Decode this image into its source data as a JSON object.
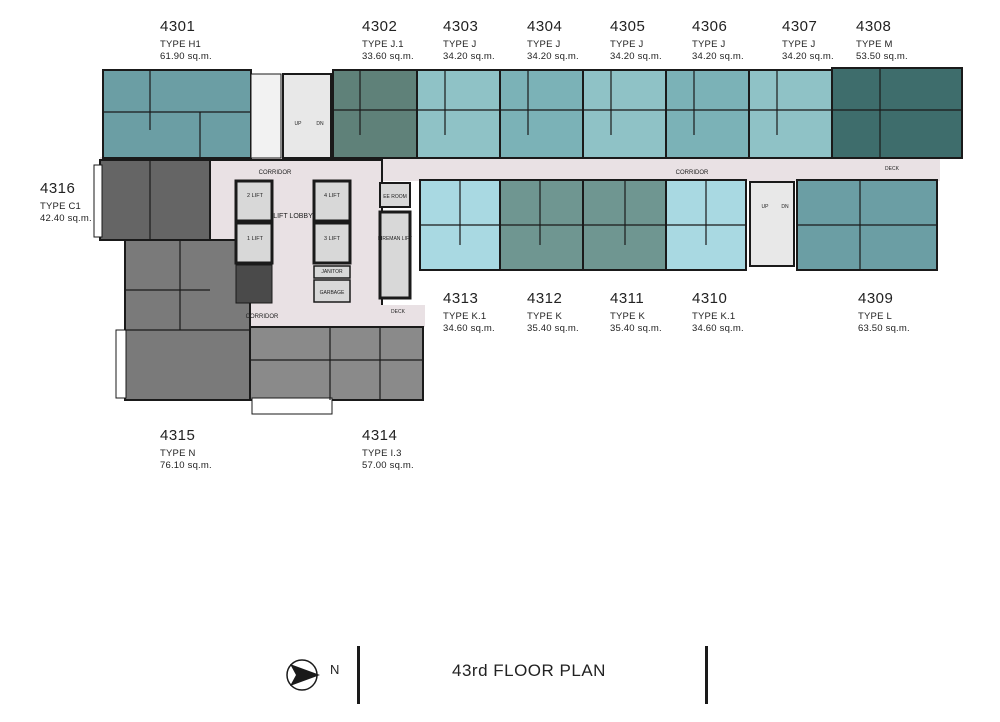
{
  "title": "43rd FLOOR PLAN",
  "north_label": "N",
  "units": [
    {
      "id": "4301",
      "type": "TYPE H1",
      "area": "61.90 sq.m.",
      "color": "#6b9ea4"
    },
    {
      "id": "4302",
      "type": "TYPE J.1",
      "area": "33.60 sq.m.",
      "color": "#5f8179"
    },
    {
      "id": "4303",
      "type": "TYPE J",
      "area": "34.20 sq.m.",
      "color": "#8fc2c6"
    },
    {
      "id": "4304",
      "type": "TYPE J",
      "area": "34.20 sq.m.",
      "color": "#7bb2b7"
    },
    {
      "id": "4305",
      "type": "TYPE J",
      "area": "34.20 sq.m.",
      "color": "#8fc2c6"
    },
    {
      "id": "4306",
      "type": "TYPE J",
      "area": "34.20 sq.m.",
      "color": "#7bb2b7"
    },
    {
      "id": "4307",
      "type": "TYPE J",
      "area": "34.20 sq.m.",
      "color": "#8fc2c6"
    },
    {
      "id": "4308",
      "type": "TYPE M",
      "area": "53.50 sq.m.",
      "color": "#3e6d6c"
    },
    {
      "id": "4309",
      "type": "TYPE L",
      "area": "63.50 sq.m.",
      "color": "#6b9ea4"
    },
    {
      "id": "4310",
      "type": "TYPE K.1",
      "area": "34.60 sq.m.",
      "color": "#a9d9e2"
    },
    {
      "id": "4311",
      "type": "TYPE K",
      "area": "35.40 sq.m.",
      "color": "#6f9691"
    },
    {
      "id": "4312",
      "type": "TYPE K",
      "area": "35.40 sq.m.",
      "color": "#6f9691"
    },
    {
      "id": "4313",
      "type": "TYPE K.1",
      "area": "34.60 sq.m.",
      "color": "#a9d9e2"
    },
    {
      "id": "4314",
      "type": "TYPE I.3",
      "area": "57.00 sq.m.",
      "color": "#8a8a8a"
    },
    {
      "id": "4315",
      "type": "TYPE N",
      "area": "76.10 sq.m.",
      "color": "#7a7a7a"
    },
    {
      "id": "4316",
      "type": "TYPE C1",
      "area": "42.40 sq.m.",
      "color": "#656565"
    }
  ],
  "core": {
    "corridor": "CORRIDOR",
    "lift_lobby": "LIFT LOBBY",
    "lift_1": "1 LIFT",
    "lift_2": "2 LIFT",
    "lift_3": "3 LIFT",
    "lift_4": "4 LIFT",
    "fireman_lift": "FIREMAN LIFT",
    "janitor": "JANITOR",
    "garbage": "GARBAGE",
    "ee_room": "EE ROOM",
    "deck": "DECK",
    "up": "UP",
    "dn": "DN"
  },
  "colors": {
    "corridor": "#e9e1e4",
    "wall": "#1a1a1a",
    "core_grey": "#d8d8d8"
  }
}
